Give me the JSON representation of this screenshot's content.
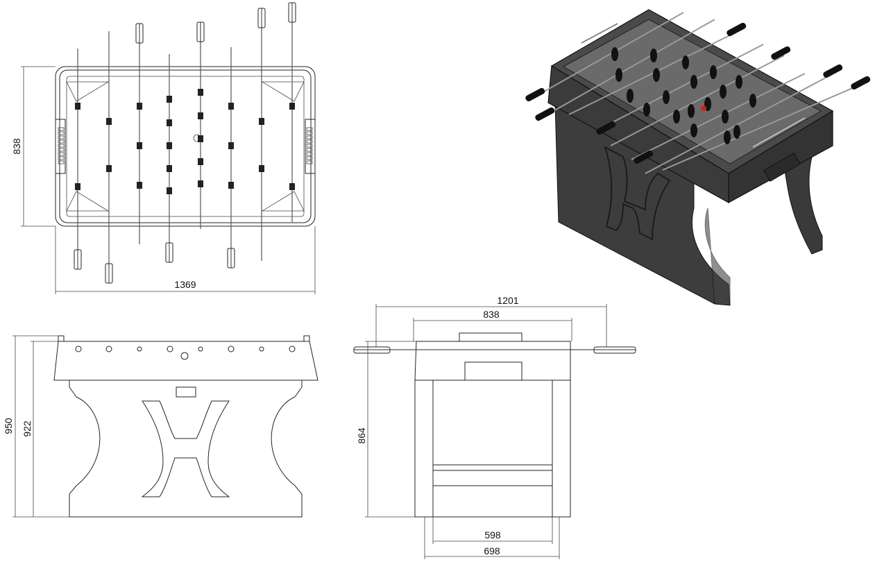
{
  "dimensions": {
    "top_length": "1369",
    "top_width": "838",
    "front_height_total": "950",
    "front_height_cabinet": "922",
    "side_width_overall": "1201",
    "side_width_cabinet": "838",
    "side_height": "864",
    "side_leg_inner": "598",
    "side_leg_outer": "698"
  },
  "colors": {
    "line": "#222222",
    "body_dark": "#3a3a3a",
    "body_mid": "#4d4d4d",
    "field": "#5a5a5a",
    "ball": "#cc2222"
  }
}
